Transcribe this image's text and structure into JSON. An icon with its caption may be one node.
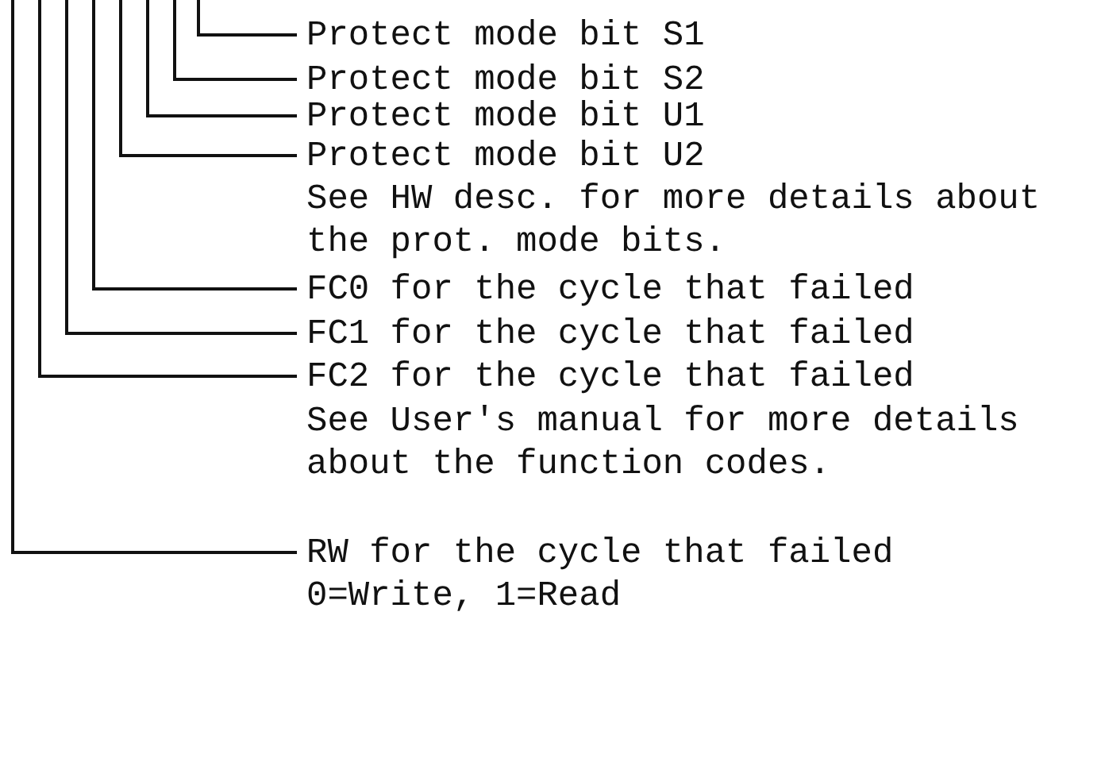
{
  "diagram": {
    "nodes": [
      {
        "text": [
          "Protect mode bit S1"
        ]
      },
      {
        "text": [
          "Protect mode bit S2"
        ]
      },
      {
        "text": [
          "Protect mode bit U1"
        ]
      },
      {
        "text": [
          "Protect mode bit U2"
        ]
      },
      {
        "text": [
          "FC0 for the cycle that failed"
        ]
      },
      {
        "text": [
          "FC1 for the cycle that failed"
        ]
      },
      {
        "text": [
          "FC2 for the cycle that failed"
        ]
      },
      {
        "text": [
          "RW for the cycle that failed"
        ]
      }
    ],
    "edges": [
      {
        "from": 0,
        "to": null,
        "arrow": "none"
      },
      {
        "from": 1,
        "to": null,
        "arrow": "none"
      },
      {
        "from": 2,
        "to": null,
        "arrow": "none"
      },
      {
        "from": 3,
        "to": null,
        "arrow": "none"
      },
      {
        "from": 4,
        "to": null,
        "arrow": "none"
      },
      {
        "from": 5,
        "to": null,
        "arrow": "none"
      },
      {
        "from": 6,
        "to": null,
        "arrow": "none"
      },
      {
        "from": 7,
        "to": null,
        "arrow": "none"
      }
    ],
    "labels": [
      "See HW desc. for more details about the prot. mode bits.",
      "See User's manual for more details about the function codes.",
      "0=Write, 1=Read"
    ]
  }
}
